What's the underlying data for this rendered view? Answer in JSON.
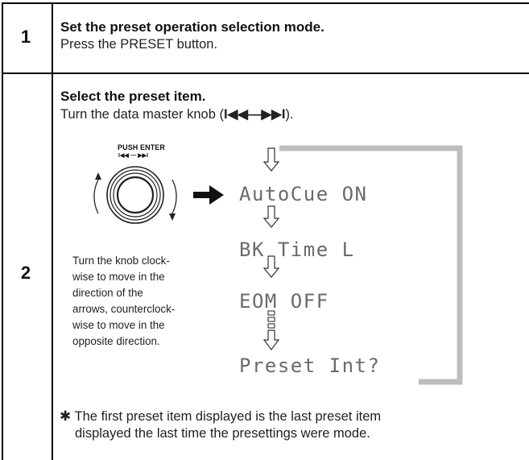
{
  "steps": [
    {
      "number": "1",
      "title": "Set the preset operation selection mode.",
      "text": "Press the PRESET button."
    },
    {
      "number": "2",
      "title": "Select the preset item.",
      "text": "Turn the data master knob (",
      "text_symbol": "I◀◀—▶▶I",
      "text_end": ").",
      "knob_label": "PUSH ENTER",
      "knob_sub_label": "I◀◀ — ▶▶I",
      "caption_lines": [
        "Turn the knob clock-",
        "wise to move in the",
        "direction of the",
        "arrows, counterclock-",
        "wise to move in the",
        "opposite direction."
      ],
      "display_items": [
        "AutoCue ON",
        "BK Time L",
        "EOM OFF",
        "Preset Int?"
      ],
      "note_symbol": "✱",
      "note_line1": "The first preset item displayed is the last preset item",
      "note_line2": "displayed the last time the presettings were mode."
    }
  ]
}
